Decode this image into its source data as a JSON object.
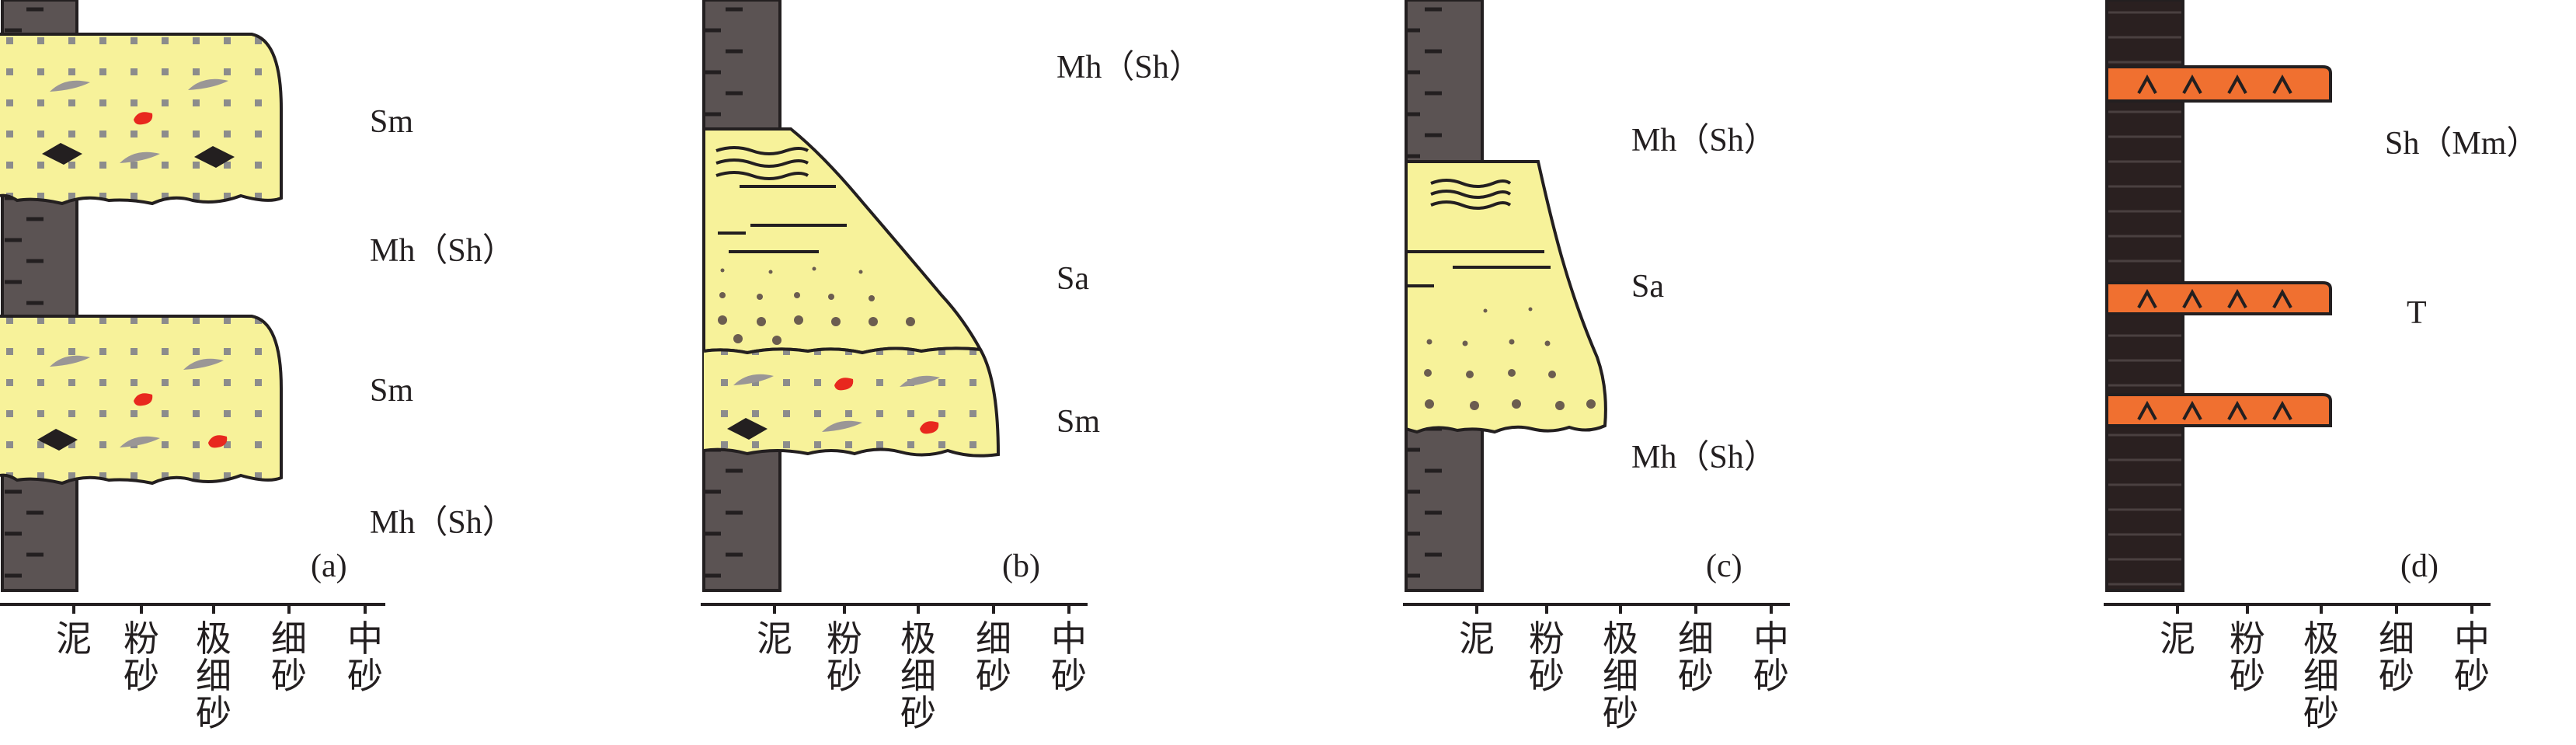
{
  "figure": {
    "grain_scale": [
      "泥",
      "粉砂",
      "极细砂",
      "细砂",
      "中砂"
    ],
    "panels": [
      {
        "label": "(a)",
        "facies": [
          "Sm",
          "Mh（Sh）",
          "Sm",
          "Mh（Sh）"
        ]
      },
      {
        "label": "(b)",
        "facies": [
          "Mh（Sh）",
          "Sa",
          "Sm"
        ]
      },
      {
        "label": "(c)",
        "facies": [
          "Mh（Sh）",
          "Sa",
          "Mh（Sh）"
        ]
      },
      {
        "label": "(d)",
        "facies": [
          "Sh（Mm）",
          "T"
        ]
      }
    ]
  },
  "colors": {
    "mud": "#5b5353",
    "mud_dark": "#2a2020",
    "sand": "#f7f29a",
    "tuff": "#f07030",
    "clast_red": "#e8281e",
    "clast_grey": "#9a9696",
    "clast_black": "#231f20",
    "dots": "#8c8c8c",
    "ink": "#231f20"
  }
}
